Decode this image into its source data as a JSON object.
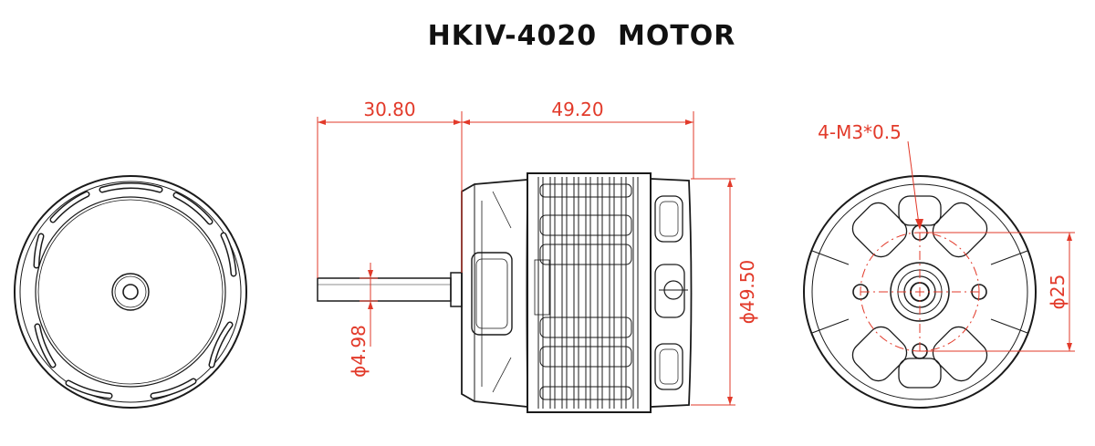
{
  "title": "HKIV-4020  MOTOR",
  "dimensions": {
    "shaft_length": "30.80",
    "body_length": "49.20",
    "body_diameter": "ϕ49.50",
    "shaft_diameter": "ϕ4.98",
    "mount_hole": "4-M3*0.5",
    "mount_circle": "ϕ25"
  },
  "colors": {
    "outline": "#1a1a1a",
    "dimension": "#e23a2a",
    "background": "#ffffff"
  }
}
